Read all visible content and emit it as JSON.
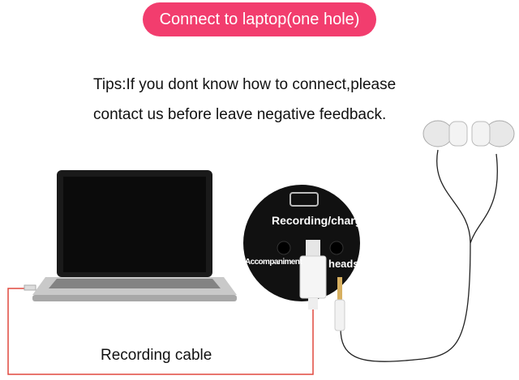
{
  "banner": {
    "label": "Connect to laptop(one hole)",
    "color": "#f23d6e"
  },
  "tips": {
    "line1": "Tips:If you dont know how to connect,please",
    "line2": "contact us before leave negative feedback."
  },
  "device": {
    "port_label": "Recording/charge",
    "left_jack_label": "Accompaniment",
    "right_jack_label": "headset"
  },
  "cable": {
    "label": "Recording cable",
    "color": "#e0483e"
  }
}
